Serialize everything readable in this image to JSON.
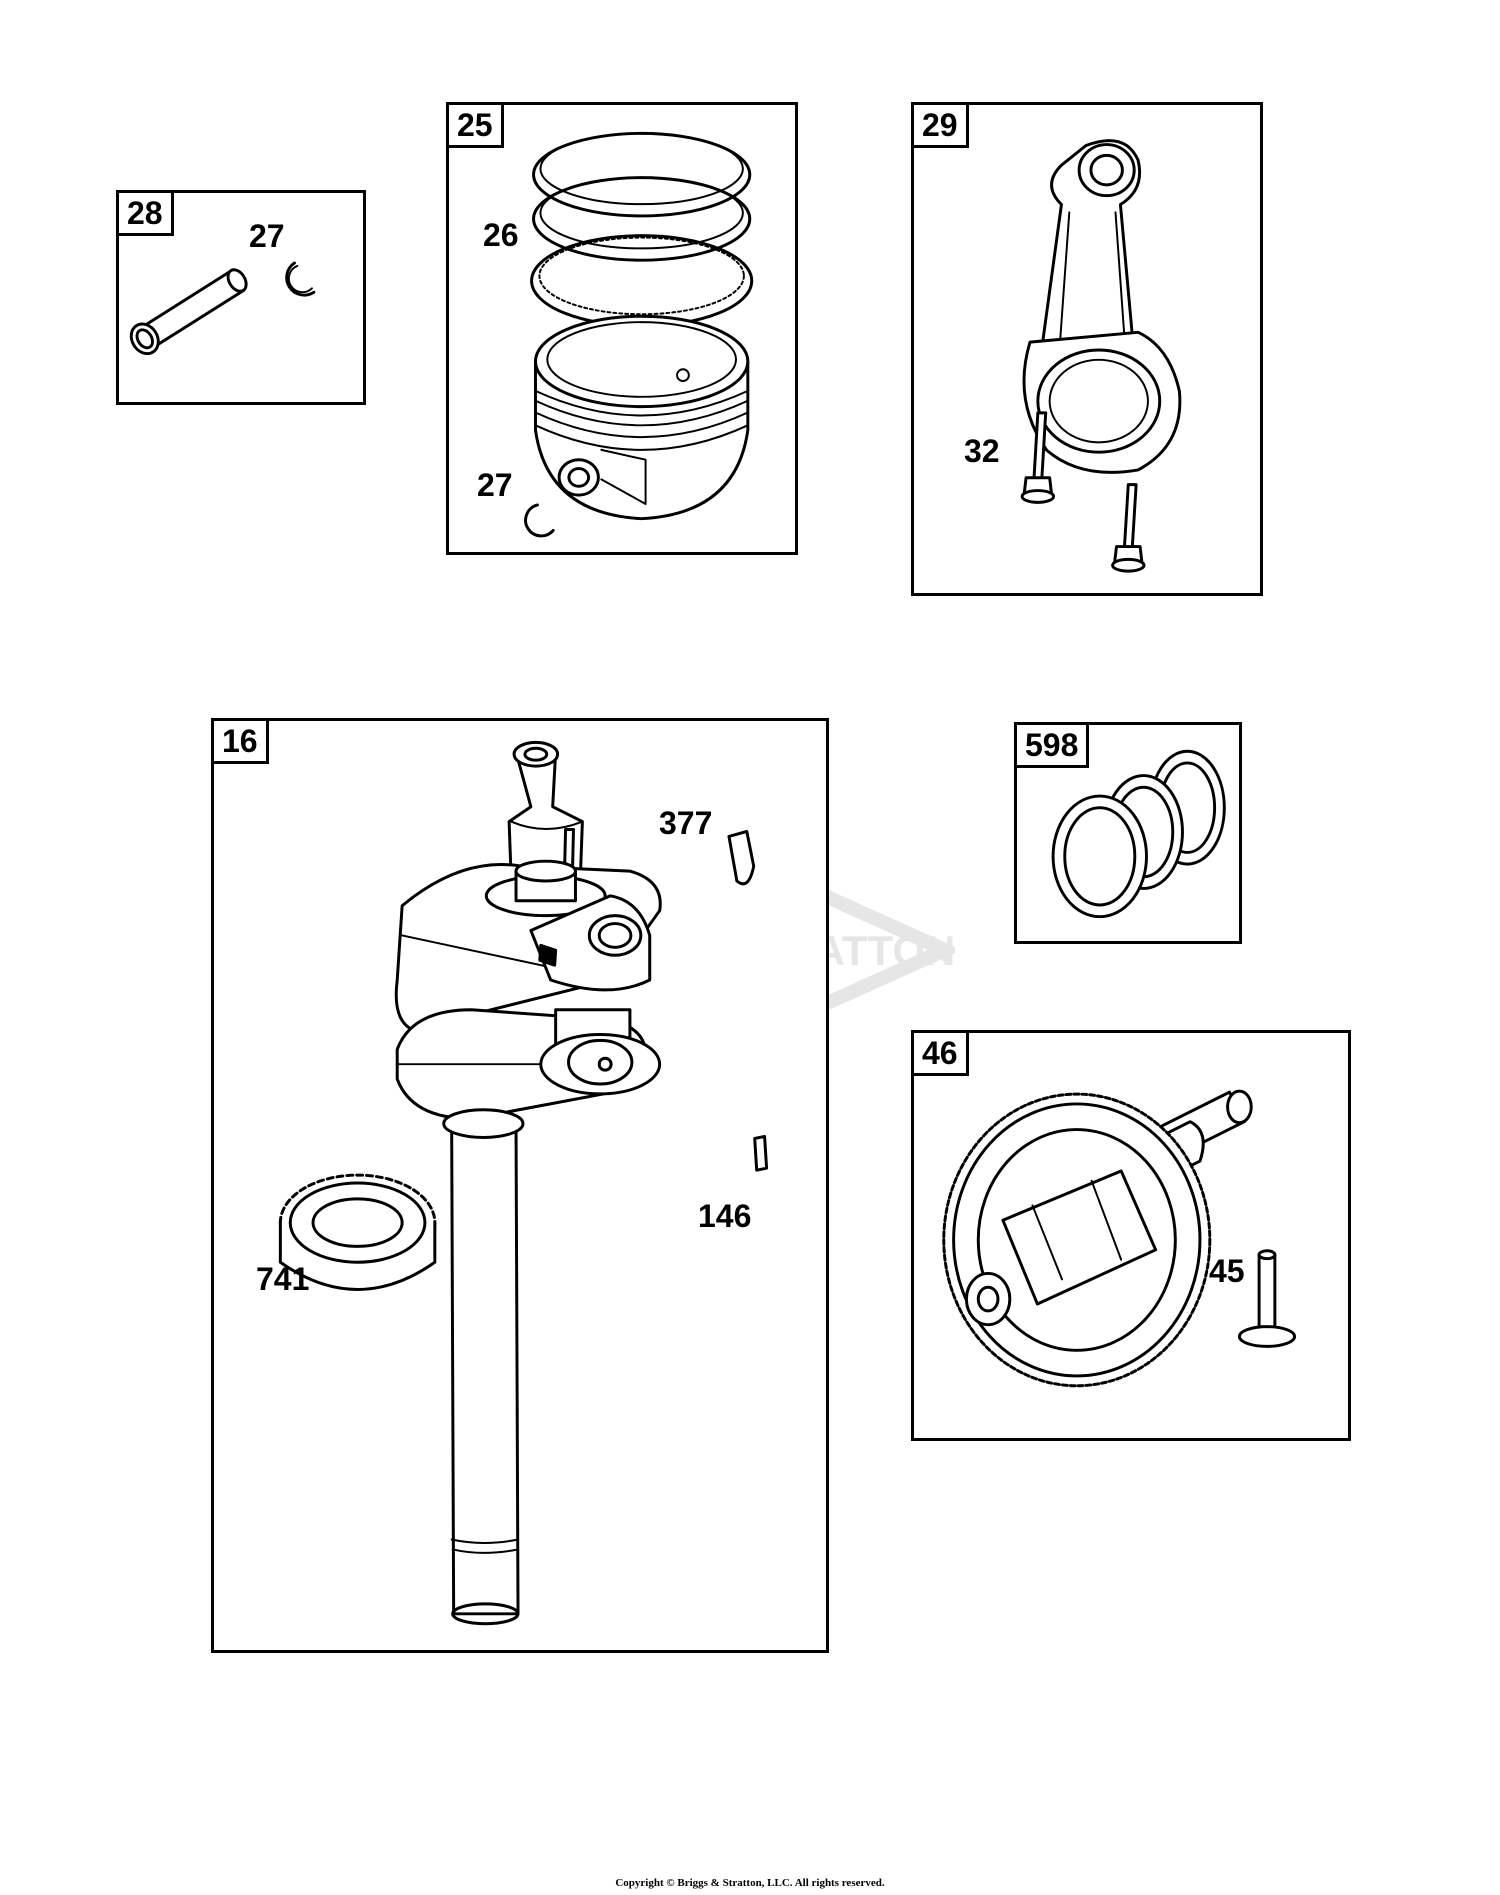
{
  "panels": [
    {
      "id": "28",
      "callouts": [
        "27"
      ]
    },
    {
      "id": "25",
      "callouts": [
        "26",
        "27"
      ]
    },
    {
      "id": "29",
      "callouts": [
        "32"
      ]
    },
    {
      "id": "16",
      "callouts": [
        "377",
        "146",
        "741"
      ]
    },
    {
      "id": "598",
      "callouts": []
    },
    {
      "id": "46",
      "callouts": [
        "45"
      ]
    }
  ],
  "watermark": "BRIGGS&STRATTON",
  "footer": "Copyright © Briggs & Stratton, LLC. All rights reserved."
}
